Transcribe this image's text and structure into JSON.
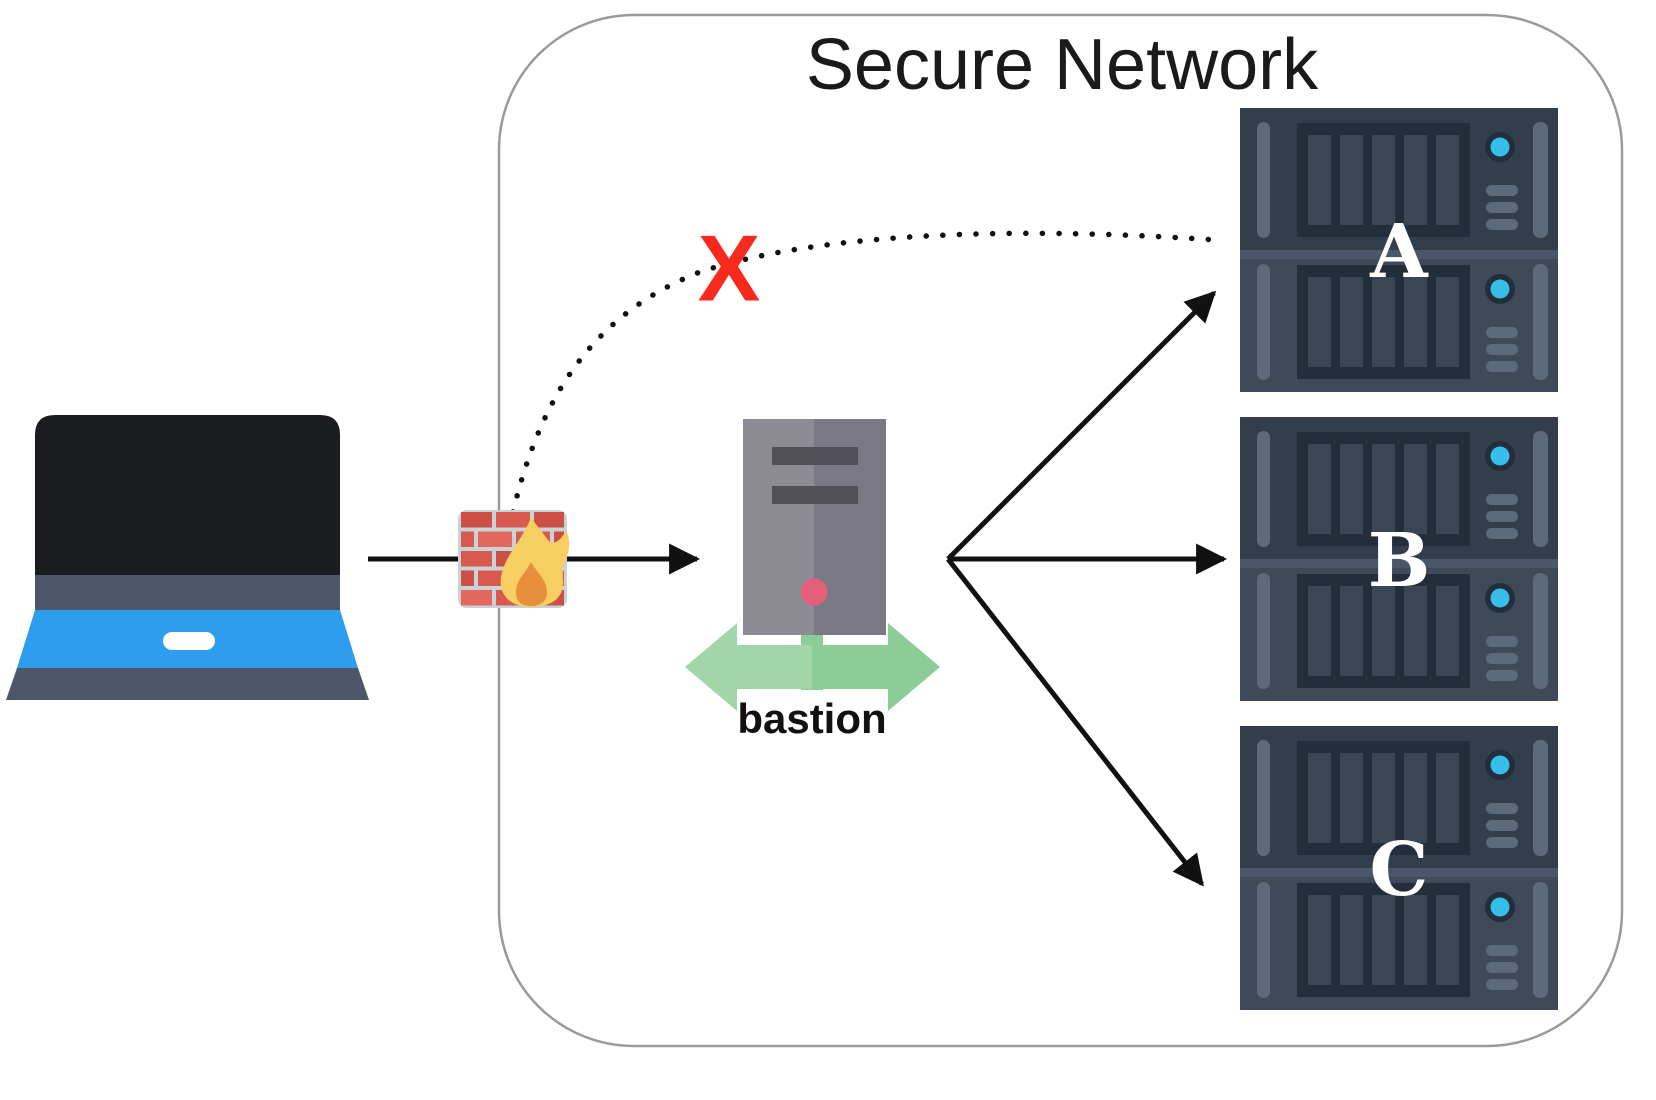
{
  "diagram": {
    "title": "Secure Network",
    "blocked_marker": "X",
    "bastion": {
      "label": "bastion"
    },
    "servers": [
      {
        "label": "A"
      },
      {
        "label": "B"
      },
      {
        "label": "C"
      }
    ],
    "connections": [
      {
        "from": "client-laptop",
        "via": "firewall",
        "to": "bastion",
        "style": "solid-arrow"
      },
      {
        "from": "bastion",
        "to": "server-A",
        "style": "solid-arrow"
      },
      {
        "from": "bastion",
        "to": "server-B",
        "style": "solid-arrow"
      },
      {
        "from": "bastion",
        "to": "server-C",
        "style": "solid-arrow"
      },
      {
        "from": "client-laptop",
        "to": "server-A",
        "style": "dotted-curve",
        "status": "blocked"
      }
    ],
    "icons": {
      "client": "laptop-icon",
      "gateway": "firewall-icon",
      "bastion": "server-tower-icon",
      "hosts": "rack-server-icon"
    }
  },
  "colors": {
    "boundary_stroke": "#9a9a9a",
    "arrow_black": "#111111",
    "blocked_red": "#fa291d",
    "laptop_screen": "#1b1c1f",
    "laptop_blue": "#2f9ded",
    "laptop_slate": "#4e5769",
    "brick_red": "#d85a4e",
    "brick_red_dark": "#cb4f44",
    "mortar_gray": "#c9d2d7",
    "flame_yellow": "#f6ce61",
    "flame_orange": "#e78f3b",
    "tower_gray": "#8d8c95",
    "tower_gray_dark": "#7a7983",
    "tower_slot": "#515058",
    "tower_dot_pink": "#e55f7d",
    "bastion_green_light": "#a2d6a9",
    "bastion_green_dark": "#8bcc97",
    "server_body_top": "#333e4c",
    "server_body_bottom": "#3e4a59",
    "server_band": "#4a5669",
    "server_vent_frame": "#232e3a",
    "server_vent_slat": "#3a4653",
    "server_detail_gray": "#5c6b7c",
    "led_cyan": "#36bde9"
  }
}
